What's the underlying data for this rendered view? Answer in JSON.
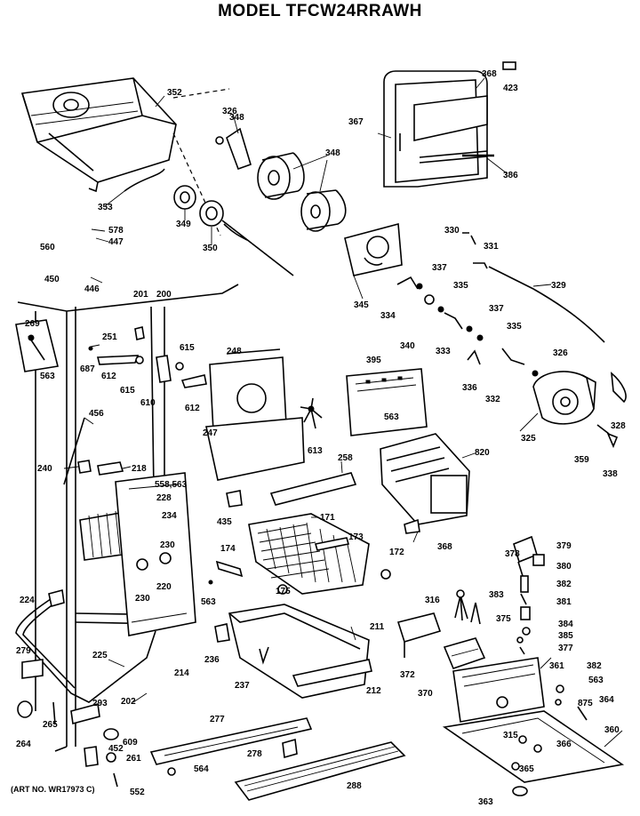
{
  "title": "MODEL TFCW24RRAWH",
  "art_number": "(ART NO. WR17973 C)",
  "labels": {
    "p352": "352",
    "p326a": "326",
    "p348a": "348",
    "p348b": "348",
    "p368a": "368",
    "p423": "423",
    "p367": "367",
    "p386": "386",
    "p353": "353",
    "p349": "349",
    "p350": "350",
    "p578": "578",
    "p447": "447",
    "p560": "560",
    "p450": "450",
    "p446": "446",
    "p330": "330",
    "p331": "331",
    "p329": "329",
    "p345": "345",
    "p337a": "337",
    "p335a": "335",
    "p334": "334",
    "p337b": "337",
    "p340": "340",
    "p333": "333",
    "p335b": "335",
    "p326b": "326",
    "p201": "201",
    "p200": "200",
    "p269": "269",
    "p251": "251",
    "p615a": "615",
    "p248": "248",
    "p395": "395",
    "p687": "687",
    "p612a": "612",
    "p563a": "563",
    "p615b": "615",
    "p610": "610",
    "p612b": "612",
    "p336": "336",
    "p332": "332",
    "p328": "328",
    "p563b": "563",
    "p456": "456",
    "p325": "325",
    "p613": "613",
    "p247": "247",
    "p359": "359",
    "p338": "338",
    "p820": "820",
    "p240": "240",
    "p218": "218",
    "p258": "258",
    "p558": "558,563",
    "p228": "228",
    "p234": "234",
    "p435": "435",
    "p171": "171",
    "p368b": "368",
    "p173": "173",
    "p230a": "230",
    "p174": "174",
    "p172": "172",
    "p378": "378",
    "p379": "379",
    "p380": "380",
    "p220": "220",
    "p382a": "382",
    "p230b": "230",
    "p175": "175",
    "p316": "316",
    "p383": "383",
    "p224": "224",
    "p563c": "563",
    "p375": "375",
    "p381": "381",
    "p211": "211",
    "p384": "384",
    "p385": "385",
    "p377": "377",
    "p279": "279",
    "p225": "225",
    "p214": "214",
    "p236": "236",
    "p372": "372",
    "p361": "361",
    "p382b": "382",
    "p237": "237",
    "p212": "212",
    "p370": "370",
    "p563d": "563",
    "p202": "202",
    "p875": "875",
    "p364": "364",
    "p293": "293",
    "p264": "264",
    "p265": "265",
    "p277": "277",
    "p609": "609",
    "p360": "360",
    "p315": "315",
    "p366": "366",
    "p452": "452",
    "p261": "261",
    "p278": "278",
    "p365": "365",
    "p564": "564",
    "p552": "552",
    "p288": "288",
    "p363": "363"
  }
}
